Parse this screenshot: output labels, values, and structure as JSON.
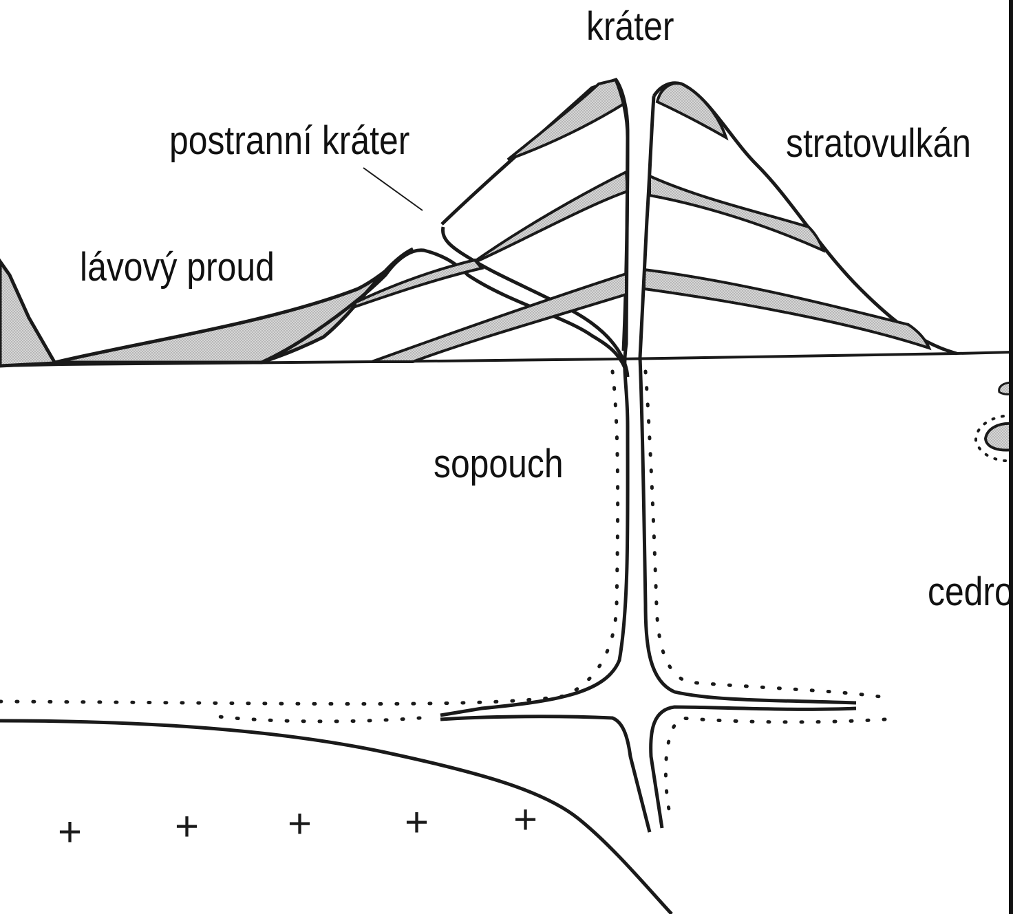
{
  "labels": {
    "krater": "kráter",
    "postranni_krater": "postranní kráter",
    "stratovulkan": "stratovulkán",
    "lavovy_proud": "lávový proud",
    "sopouch": "sopouch",
    "cedro": "cedro"
  },
  "colors": {
    "line": "#1a1a1a",
    "layer_fill": "#c8c8c8",
    "background": "#ffffff"
  },
  "symbols": {
    "bedrock_marker": "+"
  }
}
